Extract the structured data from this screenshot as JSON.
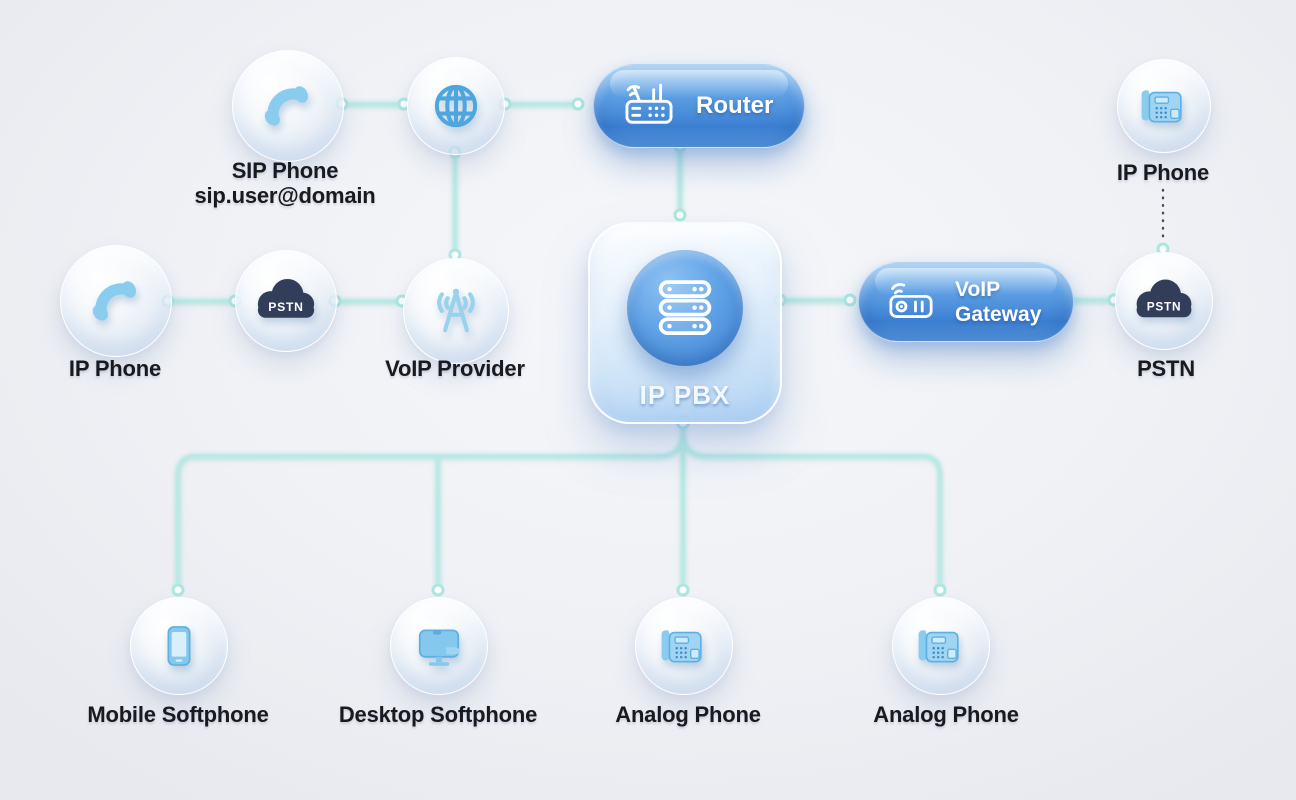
{
  "diagram": {
    "type": "network-topology",
    "subject": "VoIP / IP PBX telephony diagram",
    "nodes": {
      "sip_phone": {
        "label": "SIP Phone",
        "sublabel": "sip.user@domain",
        "icon": "phone-handset-icon"
      },
      "internet_globe": {
        "label": "",
        "icon": "globe-icon"
      },
      "router": {
        "label": "Router",
        "icon": "router-icon"
      },
      "ip_phone_top": {
        "label": "IP Phone",
        "icon": "desk-phone-icon"
      },
      "ip_phone_left": {
        "label": "IP Phone",
        "icon": "phone-handset-icon"
      },
      "pstn_cloud_left": {
        "cloud_label": "PSTN",
        "icon": "cloud-icon"
      },
      "voip_provider": {
        "label": "VoIP Provider",
        "icon": "antenna-icon"
      },
      "ip_pbx": {
        "label": "IP PBX",
        "icon": "server-stack-icon"
      },
      "voip_gateway": {
        "label_line1": "VoIP",
        "label_line2": "Gateway",
        "icon": "gateway-modem-icon"
      },
      "pstn_right": {
        "label": "PSTN",
        "cloud_label": "PSTN",
        "icon": "cloud-icon"
      },
      "mobile_softphone": {
        "label": "Mobile Softphone",
        "icon": "smartphone-icon"
      },
      "desktop_softphone": {
        "label": "Desktop Softphone",
        "icon": "monitor-icon"
      },
      "analog_phone_1": {
        "label": "Analog Phone",
        "icon": "desk-phone-icon"
      },
      "analog_phone_2": {
        "label": "Analog Phone",
        "icon": "desk-phone-icon"
      }
    },
    "connections": [
      {
        "from": "sip_phone",
        "to": "internet_globe",
        "style": "solid"
      },
      {
        "from": "internet_globe",
        "to": "router",
        "style": "solid"
      },
      {
        "from": "internet_globe",
        "to": "voip_provider",
        "style": "solid"
      },
      {
        "from": "router",
        "to": "ip_pbx",
        "style": "solid"
      },
      {
        "from": "ip_phone_left",
        "to": "pstn_cloud_left",
        "style": "solid"
      },
      {
        "from": "pstn_cloud_left",
        "to": "voip_provider",
        "style": "solid"
      },
      {
        "from": "ip_pbx",
        "to": "voip_gateway",
        "style": "solid"
      },
      {
        "from": "voip_gateway",
        "to": "pstn_right",
        "style": "solid"
      },
      {
        "from": "ip_phone_top",
        "to": "pstn_right",
        "style": "dotted"
      },
      {
        "from": "ip_pbx",
        "to": "mobile_softphone",
        "style": "solid"
      },
      {
        "from": "ip_pbx",
        "to": "desktop_softphone",
        "style": "solid"
      },
      {
        "from": "ip_pbx",
        "to": "analog_phone_1",
        "style": "solid"
      },
      {
        "from": "ip_pbx",
        "to": "analog_phone_2",
        "style": "solid"
      }
    ],
    "colors": {
      "background": "#eff1f5",
      "connector_cyan": "#b7ebe4",
      "node_ring": "#ade7e0",
      "pill_blue_top": "#8cc2f1",
      "pill_blue_bottom": "#3d80d3",
      "pbx_circle_blue": "#4488d8",
      "icon_light_blue": "#8accee",
      "cloud_navy": "#323e59",
      "label_text": "#191a1f",
      "dotted_line": "#474c59"
    }
  }
}
